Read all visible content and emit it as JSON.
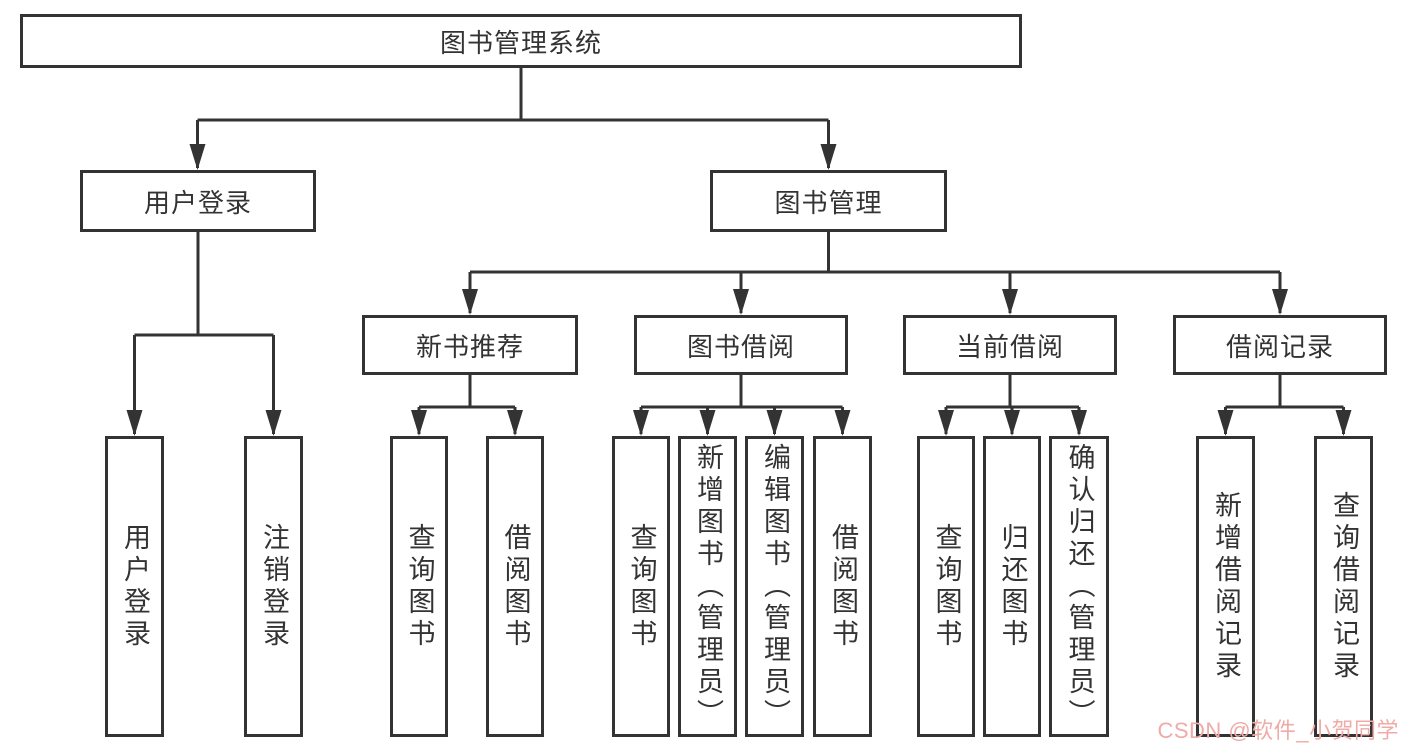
{
  "diagram_title": "图书管理系统",
  "colors": {
    "line": "#333333",
    "text": "#333333",
    "background": "#ffffff",
    "watermark": "#eeaba7"
  },
  "tree": {
    "label": "图书管理系统",
    "children": [
      {
        "label": "用户登录",
        "children": [
          {
            "label": "用户登录"
          },
          {
            "label": "注销登录"
          }
        ]
      },
      {
        "label": "图书管理",
        "children": [
          {
            "label": "新书推荐",
            "children": [
              {
                "label": "查询图书"
              },
              {
                "label": "借阅图书"
              }
            ]
          },
          {
            "label": "图书借阅",
            "children": [
              {
                "label": "查询图书"
              },
              {
                "label": "新增图书（管理员）"
              },
              {
                "label": "编辑图书（管理员）"
              },
              {
                "label": "借阅图书"
              }
            ]
          },
          {
            "label": "当前借阅",
            "children": [
              {
                "label": "查询图书"
              },
              {
                "label": "归还图书"
              },
              {
                "label": "确认归还（管理员）"
              }
            ]
          },
          {
            "label": "借阅记录",
            "children": [
              {
                "label": "新增借阅记录"
              },
              {
                "label": "查询借阅记录"
              }
            ]
          }
        ]
      }
    ]
  },
  "watermark": "CSDN @软件_小贺同学"
}
